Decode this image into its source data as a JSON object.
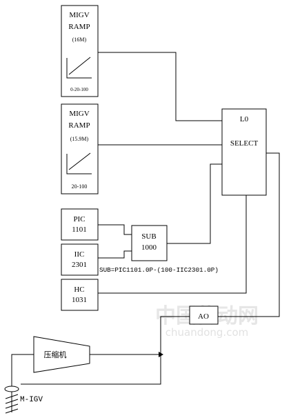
{
  "blocks": {
    "ramp1": {
      "line1": "MIGV",
      "line2": "RAMP",
      "param": "(16M)",
      "range": "0-20-100"
    },
    "ramp2": {
      "line1": "MIGV",
      "line2": "RAMP",
      "param": "(15.9M)",
      "range": "20-100"
    },
    "select": {
      "line1": "L0",
      "line2": "SELECT"
    },
    "pic": {
      "line1": "PIC",
      "line2": "1101"
    },
    "iic": {
      "line1": "IIC",
      "line2": "2301"
    },
    "sub": {
      "line1": "SUB",
      "line2": "1000"
    },
    "hc": {
      "line1": "HC",
      "line2": "1031"
    },
    "ao": {
      "label": "AO"
    },
    "compressor": {
      "label": "压缩机"
    }
  },
  "formula": "SUB=PIC1101.0P-(100-IIC2301.0P)",
  "vane_label": "M-IGV",
  "watermark": {
    "cn": "中国传动网",
    "en": "chuandong.com"
  }
}
